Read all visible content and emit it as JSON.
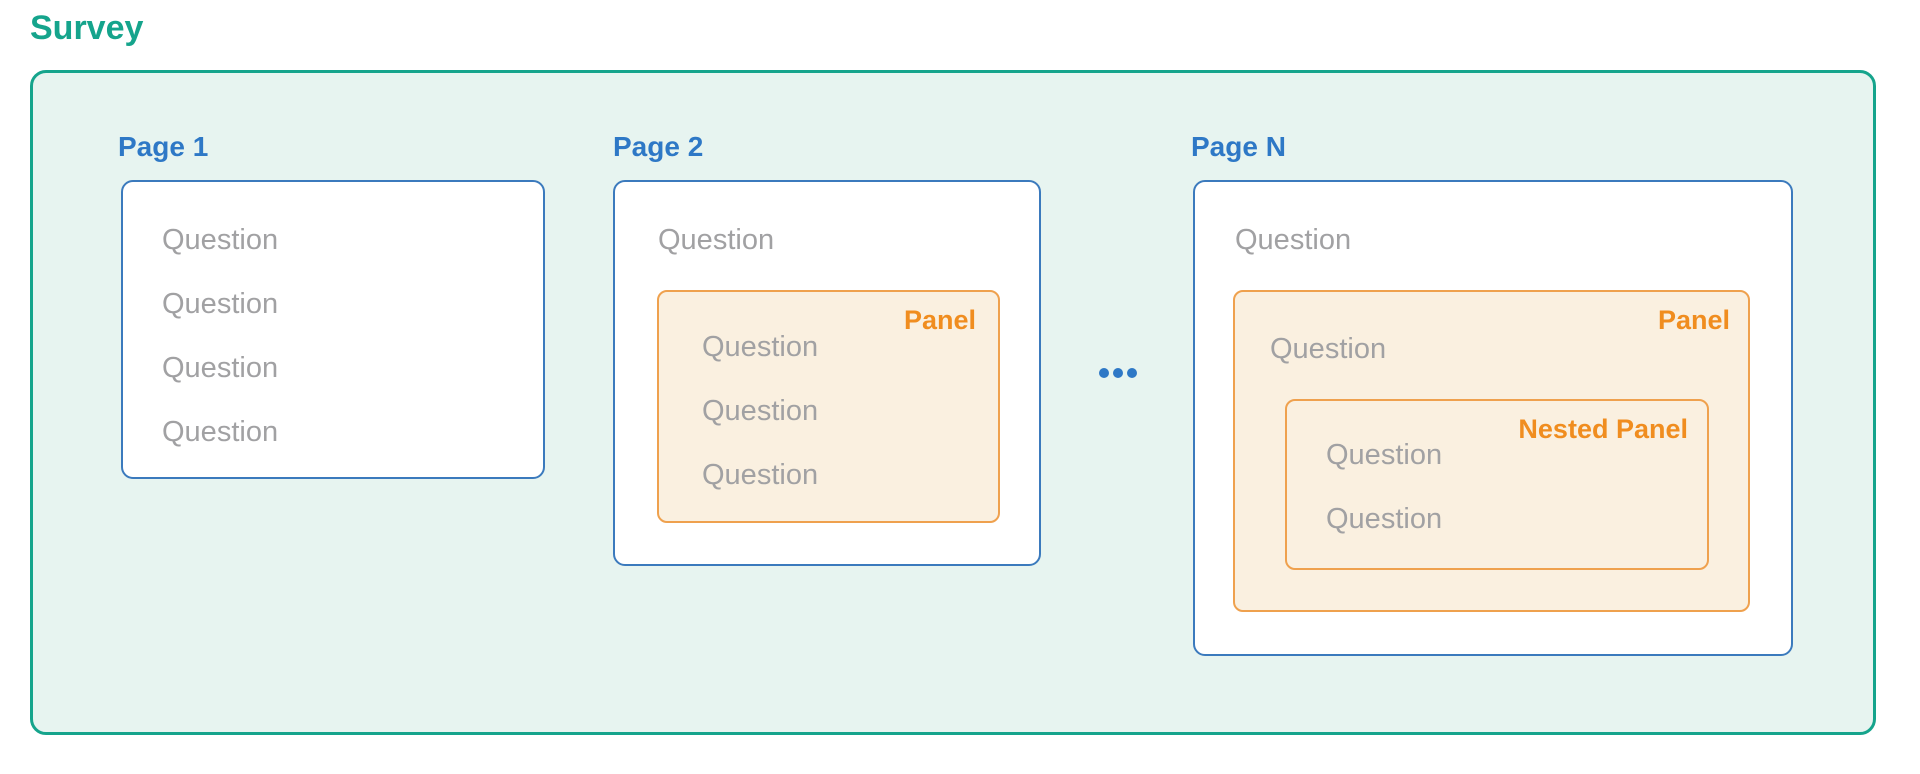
{
  "survey": {
    "title": "Survey"
  },
  "pages": [
    {
      "label": "Page 1",
      "questions": [
        "Question",
        "Question",
        "Question",
        "Question"
      ]
    },
    {
      "label": "Page 2",
      "questions": [
        "Question"
      ],
      "panel": {
        "label": "Panel",
        "questions": [
          "Question",
          "Question",
          "Question"
        ]
      }
    },
    {
      "label": "Page N",
      "questions": [
        "Question"
      ],
      "panel": {
        "label": "Panel",
        "questions": [
          "Question"
        ],
        "nested_panel": {
          "label": "Nested Panel",
          "questions": [
            "Question",
            "Question"
          ]
        }
      }
    }
  ],
  "icons": {
    "more_pages": "ellipsis-dots"
  },
  "colors": {
    "brand_teal": "#15A48C",
    "container_bg": "#E7F4F0",
    "page_blue": "#2E78C6",
    "page_border": "#3B7ABD",
    "question_gray": "#A1A1A3",
    "panel_bg": "#FAF0E0",
    "panel_border": "#EFA14E",
    "panel_label": "#F08D1F",
    "box_bg": "#FFFFFF",
    "page_bg": "#FFFFFF"
  }
}
